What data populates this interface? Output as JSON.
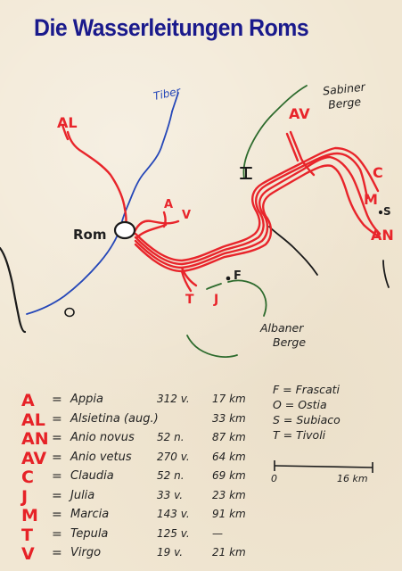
{
  "title": "Die Wasserleitungen Roms",
  "map": {
    "river_label": "Tiber",
    "city_label": "Rom",
    "mountains_north": [
      "Sabiner",
      "Berge"
    ],
    "mountains_south": [
      "Albaner",
      "Berge"
    ],
    "route_codes": {
      "AL": "AL",
      "AV": "AV",
      "C": "C",
      "M": "M",
      "S": "S",
      "AN": "AN",
      "A": "A",
      "V": "V",
      "F": "F",
      "T": "T",
      "J": "J"
    }
  },
  "legend": [
    {
      "code": "A",
      "eq": "=",
      "name": "Appia",
      "year": "312 v.",
      "length": "17 km"
    },
    {
      "code": "AL",
      "eq": "=",
      "name": "Alsietina (aug.)",
      "year": "",
      "length": "33 km"
    },
    {
      "code": "AN",
      "eq": "=",
      "name": "Anio novus",
      "year": "52 n.",
      "length": "87 km"
    },
    {
      "code": "AV",
      "eq": "=",
      "name": "Anio vetus",
      "year": "270 v.",
      "length": "64 km"
    },
    {
      "code": "C",
      "eq": "=",
      "name": "Claudia",
      "year": "52 n.",
      "length": "69 km"
    },
    {
      "code": "J",
      "eq": "=",
      "name": "Julia",
      "year": "33 v.",
      "length": "23 km"
    },
    {
      "code": "M",
      "eq": "=",
      "name": "Marcia",
      "year": "143 v.",
      "length": "91 km"
    },
    {
      "code": "T",
      "eq": "=",
      "name": "Tepula",
      "year": "125 v.",
      "length": "—"
    },
    {
      "code": "V",
      "eq": "=",
      "name": "Virgo",
      "year": "19 v.",
      "length": "21 km"
    }
  ],
  "places": [
    "F = Frascati",
    "O = Ostia",
    "S = Subiaco",
    "T = Tivoli"
  ],
  "scale": {
    "start": "0",
    "end": "16 km"
  },
  "colors": {
    "aqueduct": "#e8252b",
    "river": "#2547b8",
    "mountains": "#2d6b2d",
    "title": "#1a1a8c",
    "coast": "#1a1a1a"
  }
}
